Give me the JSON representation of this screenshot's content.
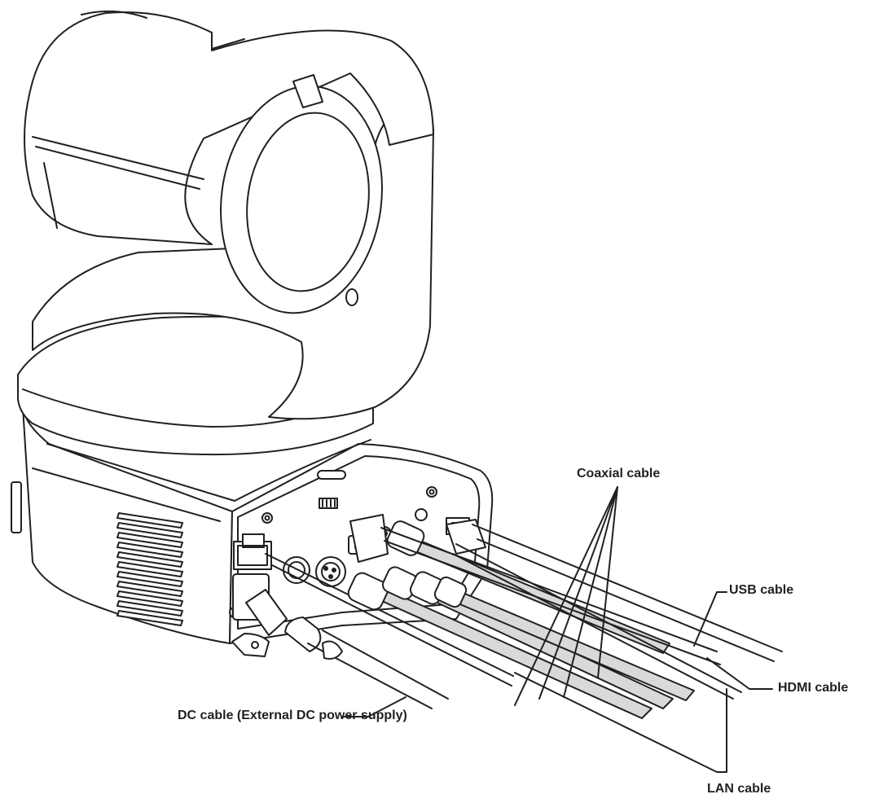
{
  "labels": {
    "coaxial": "Coaxial cable",
    "usb": "USB cable",
    "hdmi": "HDMI cable",
    "lan": "LAN cable",
    "dc": "DC cable (External DC power supply)"
  },
  "colors": {
    "line": "#231f20",
    "cable_gray": "#d9d9d9",
    "fill": "#ffffff"
  }
}
